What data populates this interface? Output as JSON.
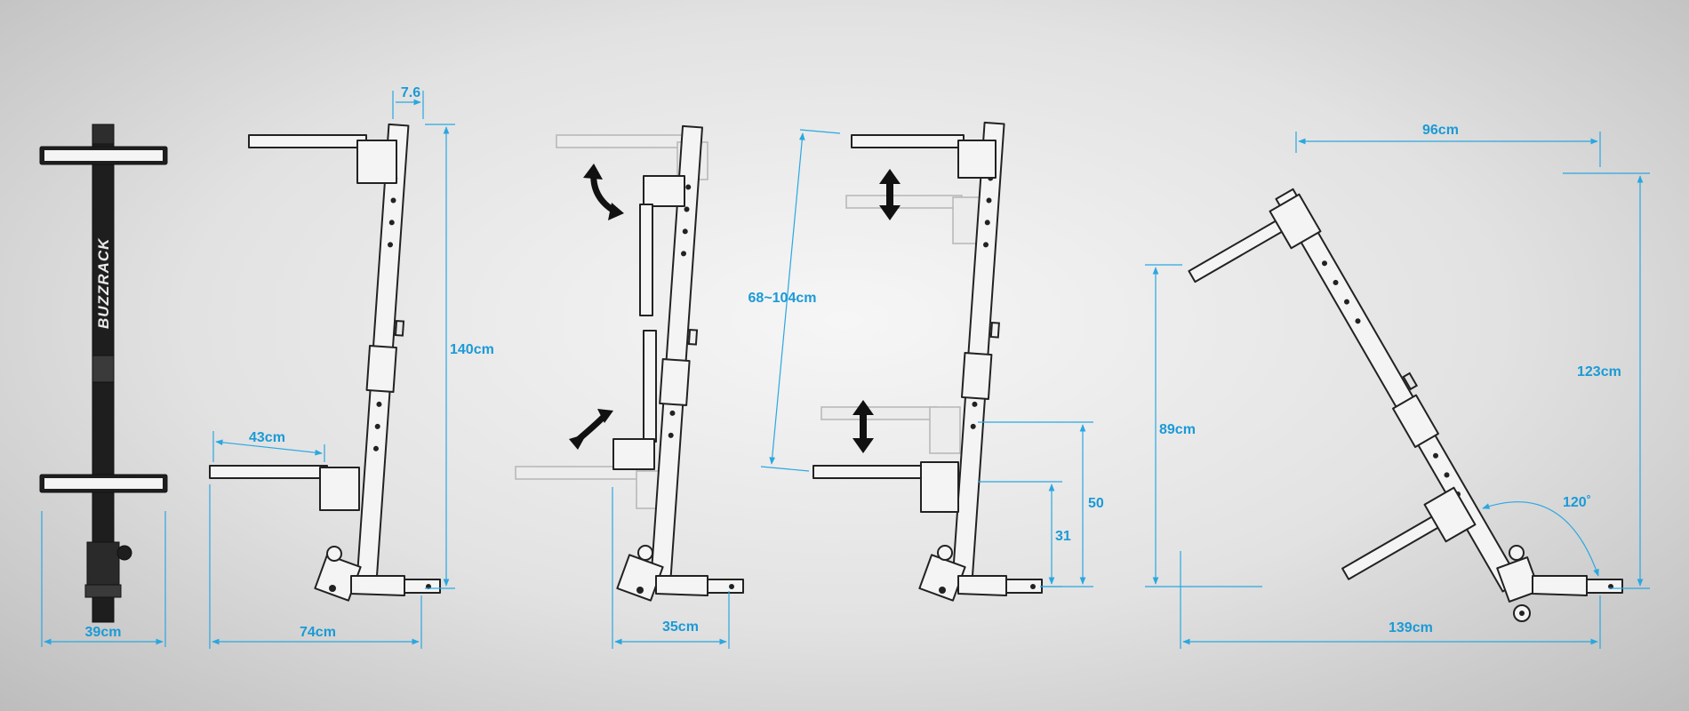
{
  "view1": {
    "brand": "BUZZRACK",
    "width_label": "39cm"
  },
  "view2": {
    "offset_label": "7.6",
    "height_label": "140cm",
    "arm_label": "43cm",
    "base_label": "74cm"
  },
  "view3": {
    "base_label": "35cm"
  },
  "view4": {
    "range_label": "68~104cm",
    "upper_label": "50",
    "lower_label": "31"
  },
  "view5": {
    "width_label": "96cm",
    "height_label": "123cm",
    "arm_height_label": "89cm",
    "angle_label": "120˚",
    "base_label": "139cm"
  },
  "colors": {
    "dimension": "#2aa7e0",
    "label": "#1a9ad6",
    "line_art": "#222222"
  }
}
